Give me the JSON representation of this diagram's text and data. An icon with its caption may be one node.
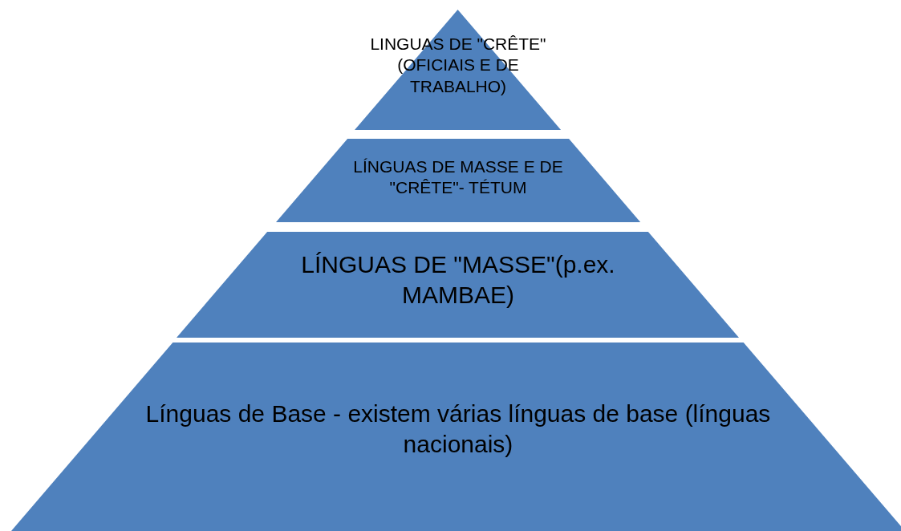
{
  "diagram": {
    "nodes": [
      {
        "text": [
          "LINGUAS DE \"CRÊTE\" (OFICIAIS E DE TRABALHO)"
        ]
      },
      {
        "text": [
          "LÍNGUAS DE MASSE E DE \"CRÊTE\"- TÉTUM"
        ]
      },
      {
        "text": [
          "LÍNGUAS DE \"MASSE\"(p.ex. MAMBAE)"
        ]
      },
      {
        "text": [
          "Línguas de Base - existem várias línguas de base (línguas nacionais)"
        ]
      }
    ]
  }
}
